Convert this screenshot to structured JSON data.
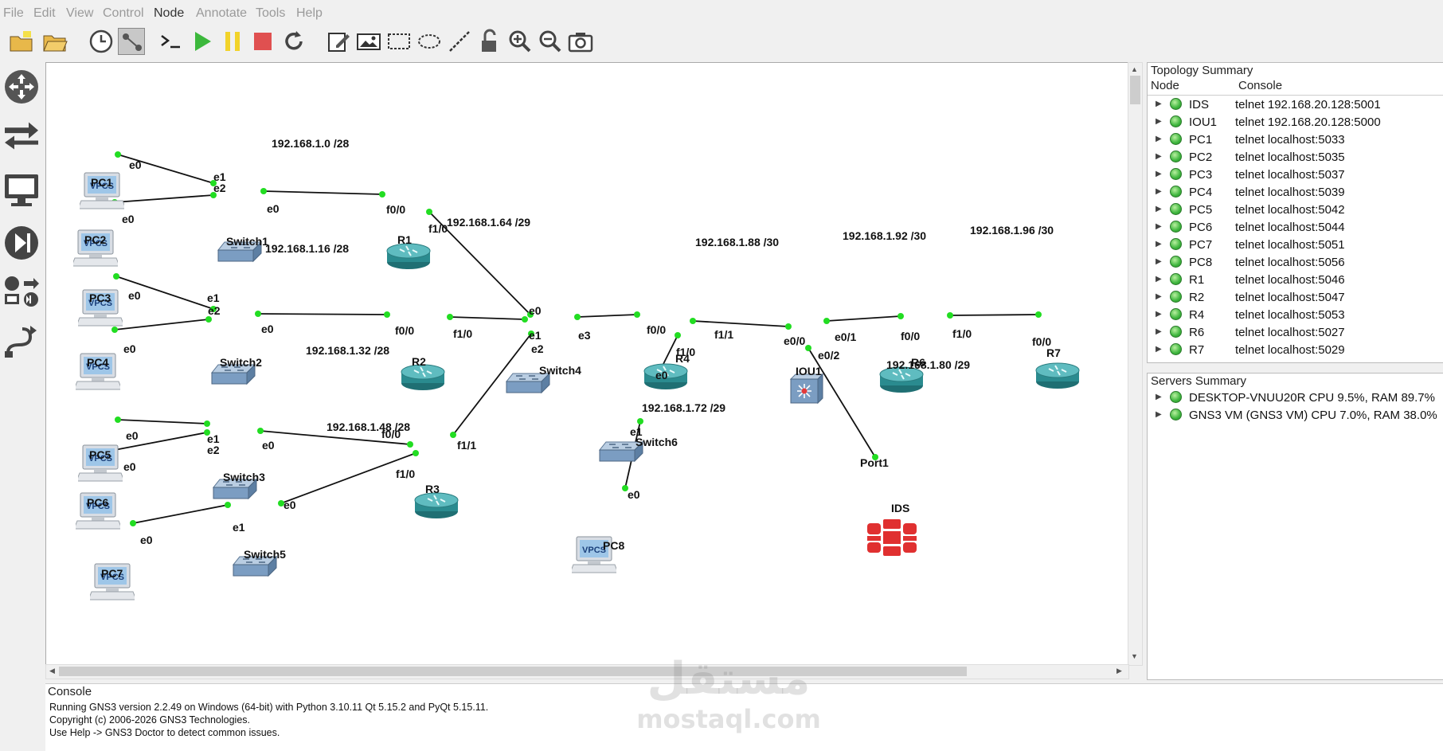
{
  "menu": [
    "File",
    "Edit",
    "View",
    "Control",
    "Node",
    "Annotate",
    "Tools",
    "Help"
  ],
  "links": [
    {
      "a": "PC1",
      "b": "Switch1",
      "pa": "e0",
      "pb": "e1"
    },
    {
      "a": "PC2",
      "b": "Switch1",
      "pa": "e0",
      "pb": "e2"
    },
    {
      "a": "Switch1",
      "b": "R1",
      "pa": "e0",
      "pb": "f0/0"
    },
    {
      "a": "R1",
      "b": "Switch4",
      "pa": "f1/0",
      "pb": "e0"
    },
    {
      "a": "PC3",
      "b": "Switch2",
      "pa": "e0",
      "pb": "e1"
    },
    {
      "a": "PC4",
      "b": "Switch2",
      "pa": "e0",
      "pb": "e2"
    },
    {
      "a": "Switch2",
      "b": "R2",
      "pa": "e0",
      "pb": "f0/0"
    },
    {
      "a": "R2",
      "b": "Switch4",
      "pa": "f1/0",
      "pb": "e1"
    },
    {
      "a": "PC5",
      "b": "Switch3",
      "pa": "e0",
      "pb": "e1"
    },
    {
      "a": "PC6",
      "b": "Switch3",
      "pa": "e0",
      "pb": "e2"
    },
    {
      "a": "Switch3",
      "b": "R3",
      "pa": "e0",
      "pb": "f0/0"
    },
    {
      "a": "R3",
      "b": "Switch4",
      "pa": "f1/1",
      "pb": "e2"
    },
    {
      "a": "PC7",
      "b": "Switch5",
      "pa": "e0",
      "pb": "e1"
    },
    {
      "a": "Switch5",
      "b": "R3",
      "pa": "e0",
      "pb": "f1/0"
    },
    {
      "a": "Switch4",
      "b": "R4",
      "pa": "e3",
      "pb": "f0/0"
    },
    {
      "a": "R4",
      "b": "Switch6",
      "pa": "f1/0",
      "pb": "e0"
    },
    {
      "a": "Switch6",
      "b": "PC8",
      "pa": "e1",
      "pb": "e0"
    },
    {
      "a": "R4",
      "b": "IOU1",
      "pa": "f1/1",
      "pb": "e0/0"
    },
    {
      "a": "IOU1",
      "b": "R6",
      "pa": "e0/1",
      "pb": "f0/0"
    },
    {
      "a": "IOU1",
      "b": "IDS",
      "pa": "e0/2",
      "pb": "Port1"
    },
    {
      "a": "R6",
      "b": "R7",
      "pa": "f1/0",
      "pb": "f0/0"
    }
  ],
  "network_labels": [
    "192.168.1.0 /28",
    "192.168.1.64 /29",
    "192.168.1.16 /28",
    "192.168.1.32 /28",
    "192.168.1.48 /28",
    "192.168.1.88 /30",
    "192.168.1.92 /30",
    "192.168.1.96 /30",
    "192.168.1.80 /29",
    "192.168.1.72 /29"
  ],
  "nodes": {
    "PC1": {
      "type": "vpcs",
      "name": "PC1"
    },
    "PC2": {
      "type": "vpcs",
      "name": "PC2"
    },
    "PC3": {
      "type": "vpcs",
      "name": "PC3"
    },
    "PC4": {
      "type": "vpcs",
      "name": "PC4"
    },
    "PC5": {
      "type": "vpcs",
      "name": "PC5"
    },
    "PC6": {
      "type": "vpcs",
      "name": "PC6"
    },
    "PC7": {
      "type": "vpcs",
      "name": "PC7"
    },
    "PC8": {
      "type": "vpcs",
      "name": "PC8"
    },
    "Switch1": {
      "type": "switch",
      "name": "Switch1"
    },
    "Switch2": {
      "type": "switch",
      "name": "Switch2"
    },
    "Switch3": {
      "type": "switch",
      "name": "Switch3"
    },
    "Switch4": {
      "type": "switch",
      "name": "Switch4"
    },
    "Switch5": {
      "type": "switch",
      "name": "Switch5"
    },
    "Switch6": {
      "type": "switch",
      "name": "Switch6"
    },
    "R1": {
      "type": "router",
      "name": "R1"
    },
    "R2": {
      "type": "router",
      "name": "R2"
    },
    "R3": {
      "type": "router",
      "name": "R3"
    },
    "R4": {
      "type": "router",
      "name": "R4"
    },
    "R6": {
      "type": "router",
      "name": "R6"
    },
    "R7": {
      "type": "router",
      "name": "R7"
    },
    "IOU1": {
      "type": "iou",
      "name": "IOU1"
    },
    "IDS": {
      "type": "fortinet",
      "name": "IDS"
    }
  },
  "vpcs_badge": "VPCS",
  "topology": {
    "title": "Topology Summary",
    "col_node": "Node",
    "col_console": "Console",
    "rows": [
      {
        "node": "IDS",
        "console": "telnet 192.168.20.128:5001"
      },
      {
        "node": "IOU1",
        "console": "telnet 192.168.20.128:5000"
      },
      {
        "node": "PC1",
        "console": "telnet localhost:5033"
      },
      {
        "node": "PC2",
        "console": "telnet localhost:5035"
      },
      {
        "node": "PC3",
        "console": "telnet localhost:5037"
      },
      {
        "node": "PC4",
        "console": "telnet localhost:5039"
      },
      {
        "node": "PC5",
        "console": "telnet localhost:5042"
      },
      {
        "node": "PC6",
        "console": "telnet localhost:5044"
      },
      {
        "node": "PC7",
        "console": "telnet localhost:5051"
      },
      {
        "node": "PC8",
        "console": "telnet localhost:5056"
      },
      {
        "node": "R1",
        "console": "telnet localhost:5046"
      },
      {
        "node": "R2",
        "console": "telnet localhost:5047"
      },
      {
        "node": "R4",
        "console": "telnet localhost:5053"
      },
      {
        "node": "R6",
        "console": "telnet localhost:5027"
      },
      {
        "node": "R7",
        "console": "telnet localhost:5029"
      }
    ]
  },
  "servers": {
    "title": "Servers Summary",
    "rows": [
      "DESKTOP-VNUU20R CPU 9.5%, RAM 89.7%",
      "GNS3 VM (GNS3 VM) CPU 7.0%, RAM 38.0%"
    ]
  },
  "console": {
    "title": "Console",
    "lines": [
      "Running GNS3 version 2.2.49 on Windows (64-bit) with Python 3.10.11 Qt 5.15.2 and PyQt 5.15.11.",
      "Copyright (c) 2006-2026 GNS3 Technologies.",
      "Use Help -> GNS3 Doctor to detect common issues."
    ]
  },
  "watermark": {
    "arabic": "مستقل",
    "latin": "mostaql.com"
  },
  "colors": {
    "link_dot": "#22dd22",
    "router": "#2a8b8f",
    "switch": "#7a9cc0",
    "fortinet": "#e03030"
  }
}
